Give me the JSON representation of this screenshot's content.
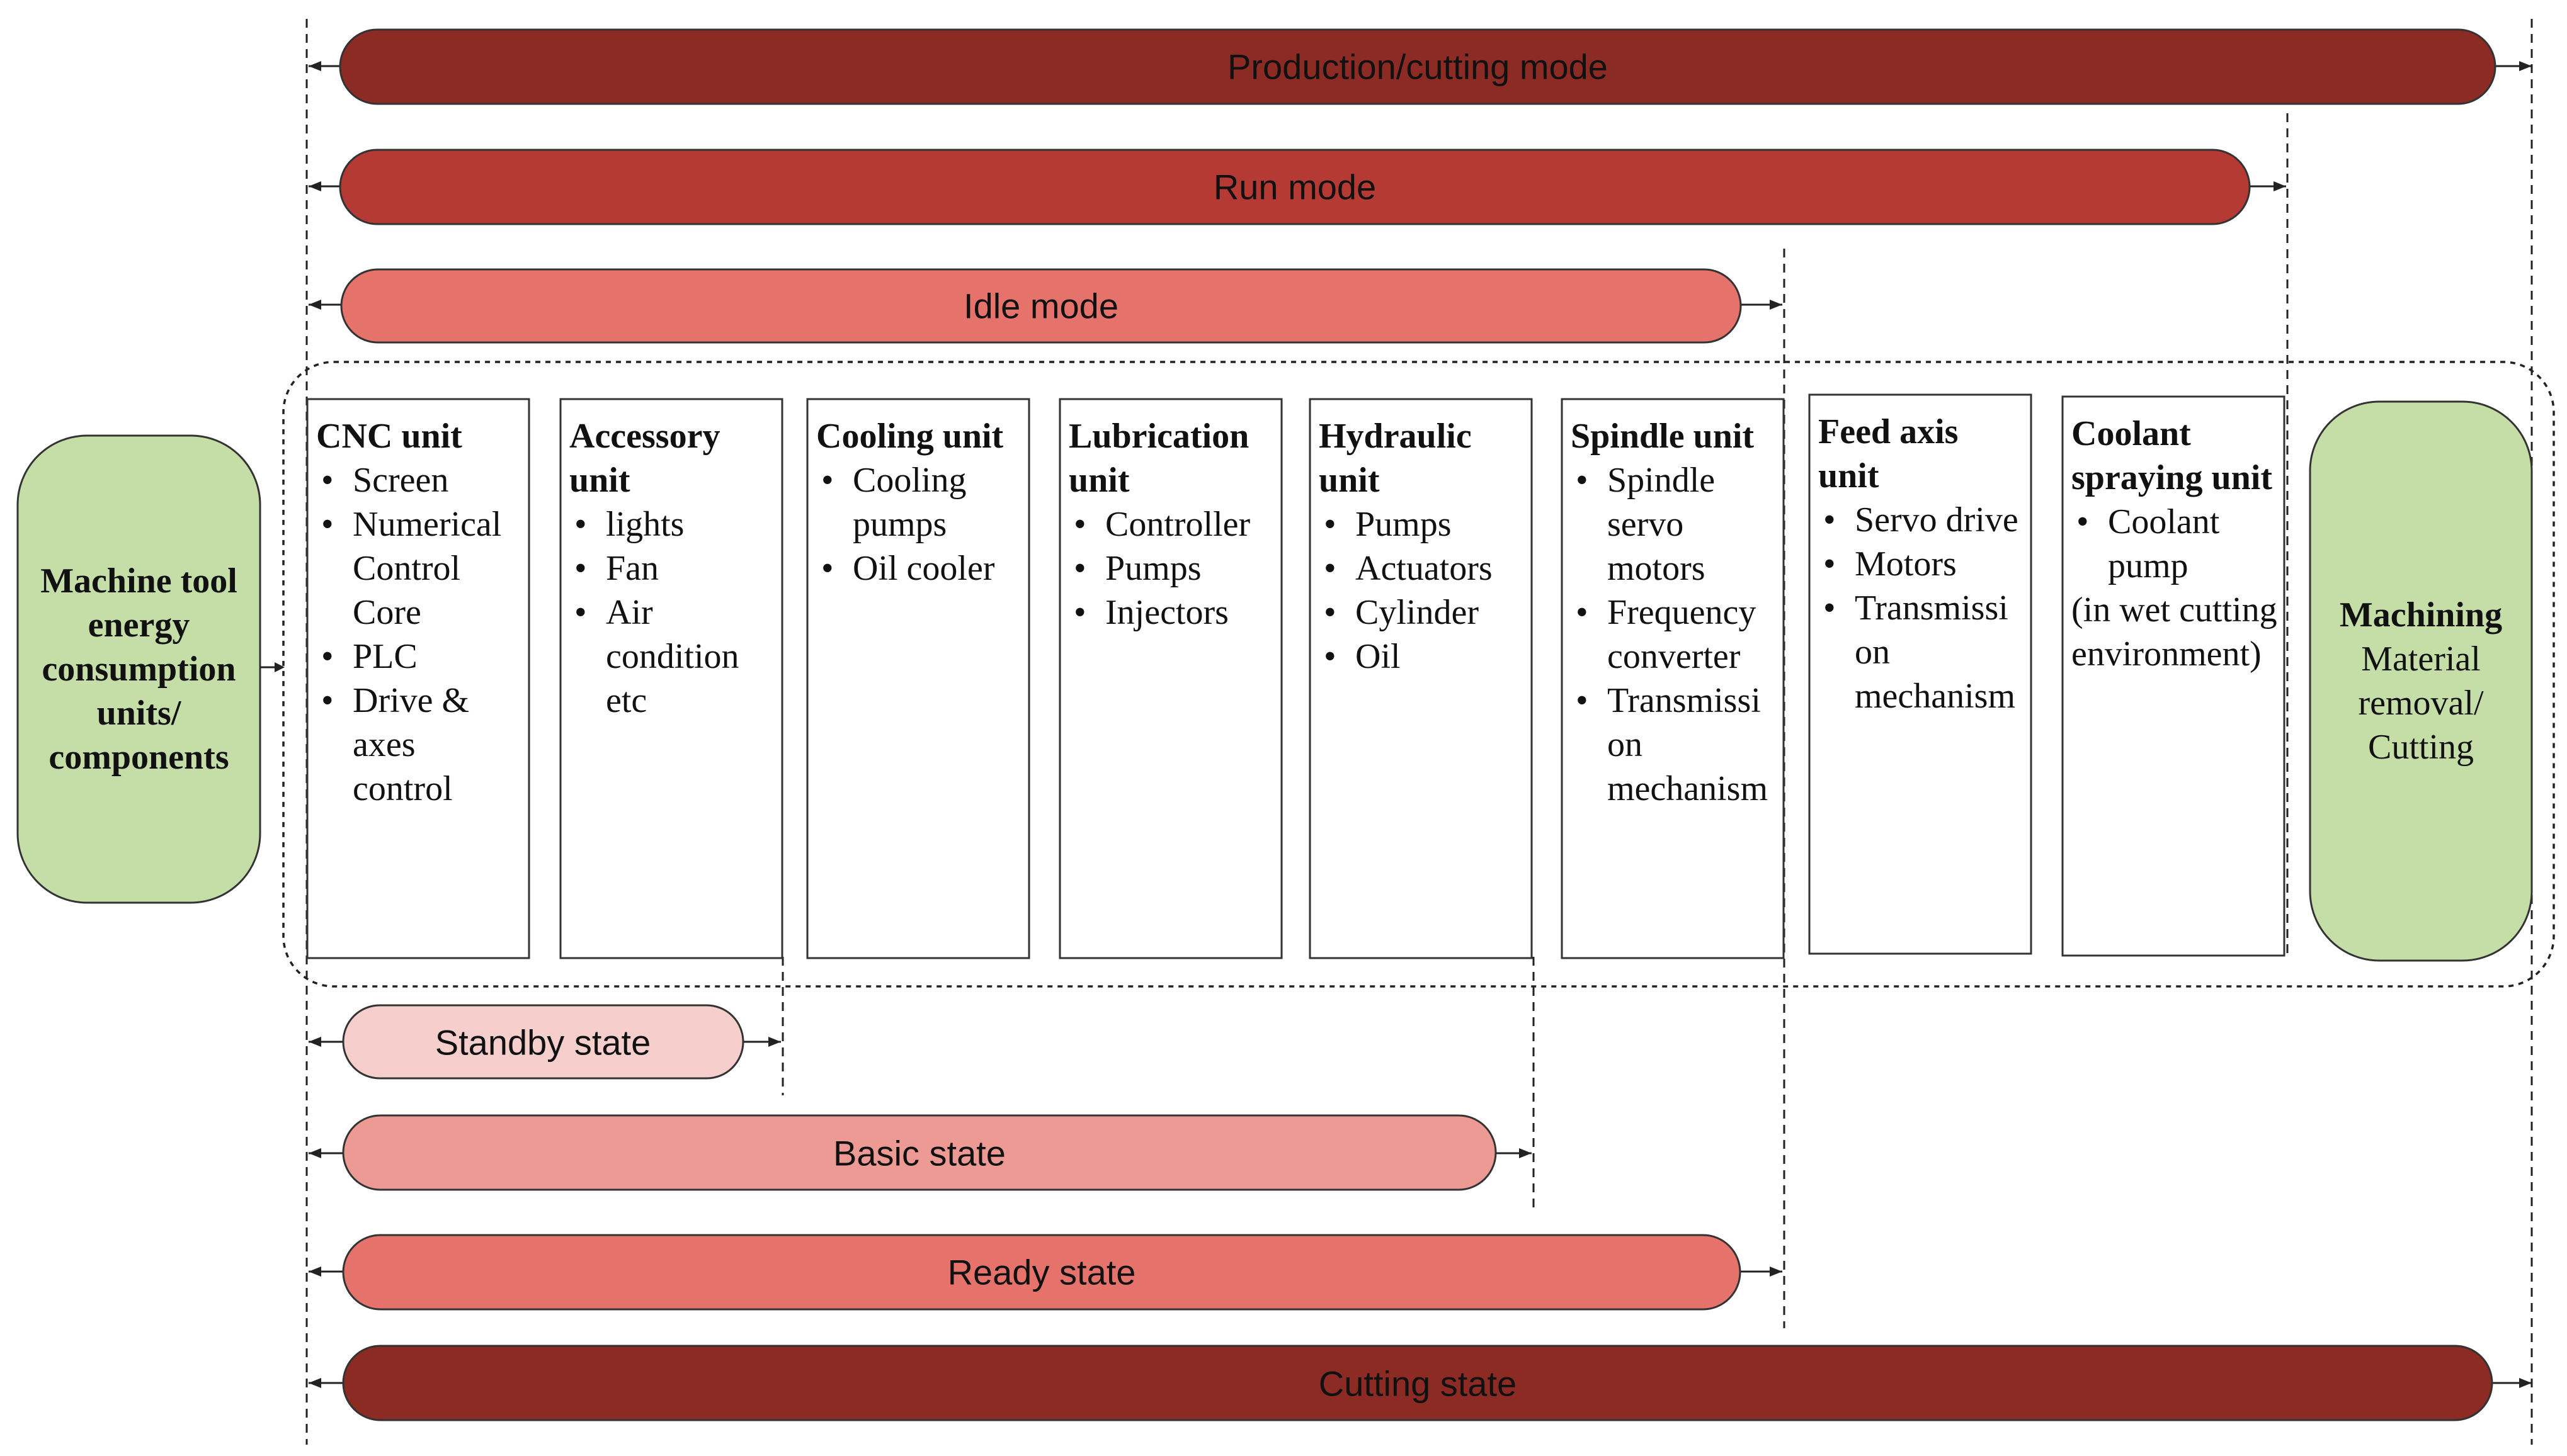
{
  "colors": {
    "dark_red": "#8c2a24",
    "mid_red": "#b53a34",
    "salmon": "#e6736b",
    "light_salmon": "#ee9a94",
    "pale_pink": "#f6cfcd",
    "green": "#c5dea8"
  },
  "modes": {
    "production": "Production/cutting mode",
    "run": "Run mode",
    "idle": "Idle mode"
  },
  "states": {
    "standby": "Standby state",
    "basic": "Basic state",
    "ready": "Ready state",
    "cutting": "Cutting state"
  },
  "left_box": {
    "lines": [
      "Machine tool",
      "energy",
      "consumption",
      "units/",
      "components"
    ]
  },
  "right_box": {
    "title": "Machining",
    "lines": [
      "Material",
      "removal/",
      "Cutting"
    ]
  },
  "units": [
    {
      "title": "CNC unit",
      "items": [
        "Screen",
        "Numerical Control Core",
        "PLC",
        "Drive & axes control"
      ]
    },
    {
      "title": "Accessory unit",
      "items": [
        "lights",
        "Fan",
        "Air condition etc"
      ]
    },
    {
      "title": "Cooling unit",
      "items": [
        "Cooling pumps",
        "Oil cooler"
      ]
    },
    {
      "title": "Lubrication unit",
      "items": [
        "Controller",
        "Pumps",
        "Injectors"
      ]
    },
    {
      "title": "Hydraulic unit",
      "items": [
        "Pumps",
        "Actuators",
        "Cylinder",
        "Oil"
      ]
    },
    {
      "title": "Spindle unit",
      "items": [
        "Spindle servo motors",
        "Frequency converter",
        "Transmissi on mechanism"
      ]
    },
    {
      "title": "Feed axis unit",
      "items": [
        "Servo drive",
        "Motors",
        "Transmissi on mechanism"
      ]
    },
    {
      "title": "Coolant spraying unit",
      "items": [
        "Coolant pump"
      ],
      "note": "(in wet cutting environment)"
    }
  ]
}
